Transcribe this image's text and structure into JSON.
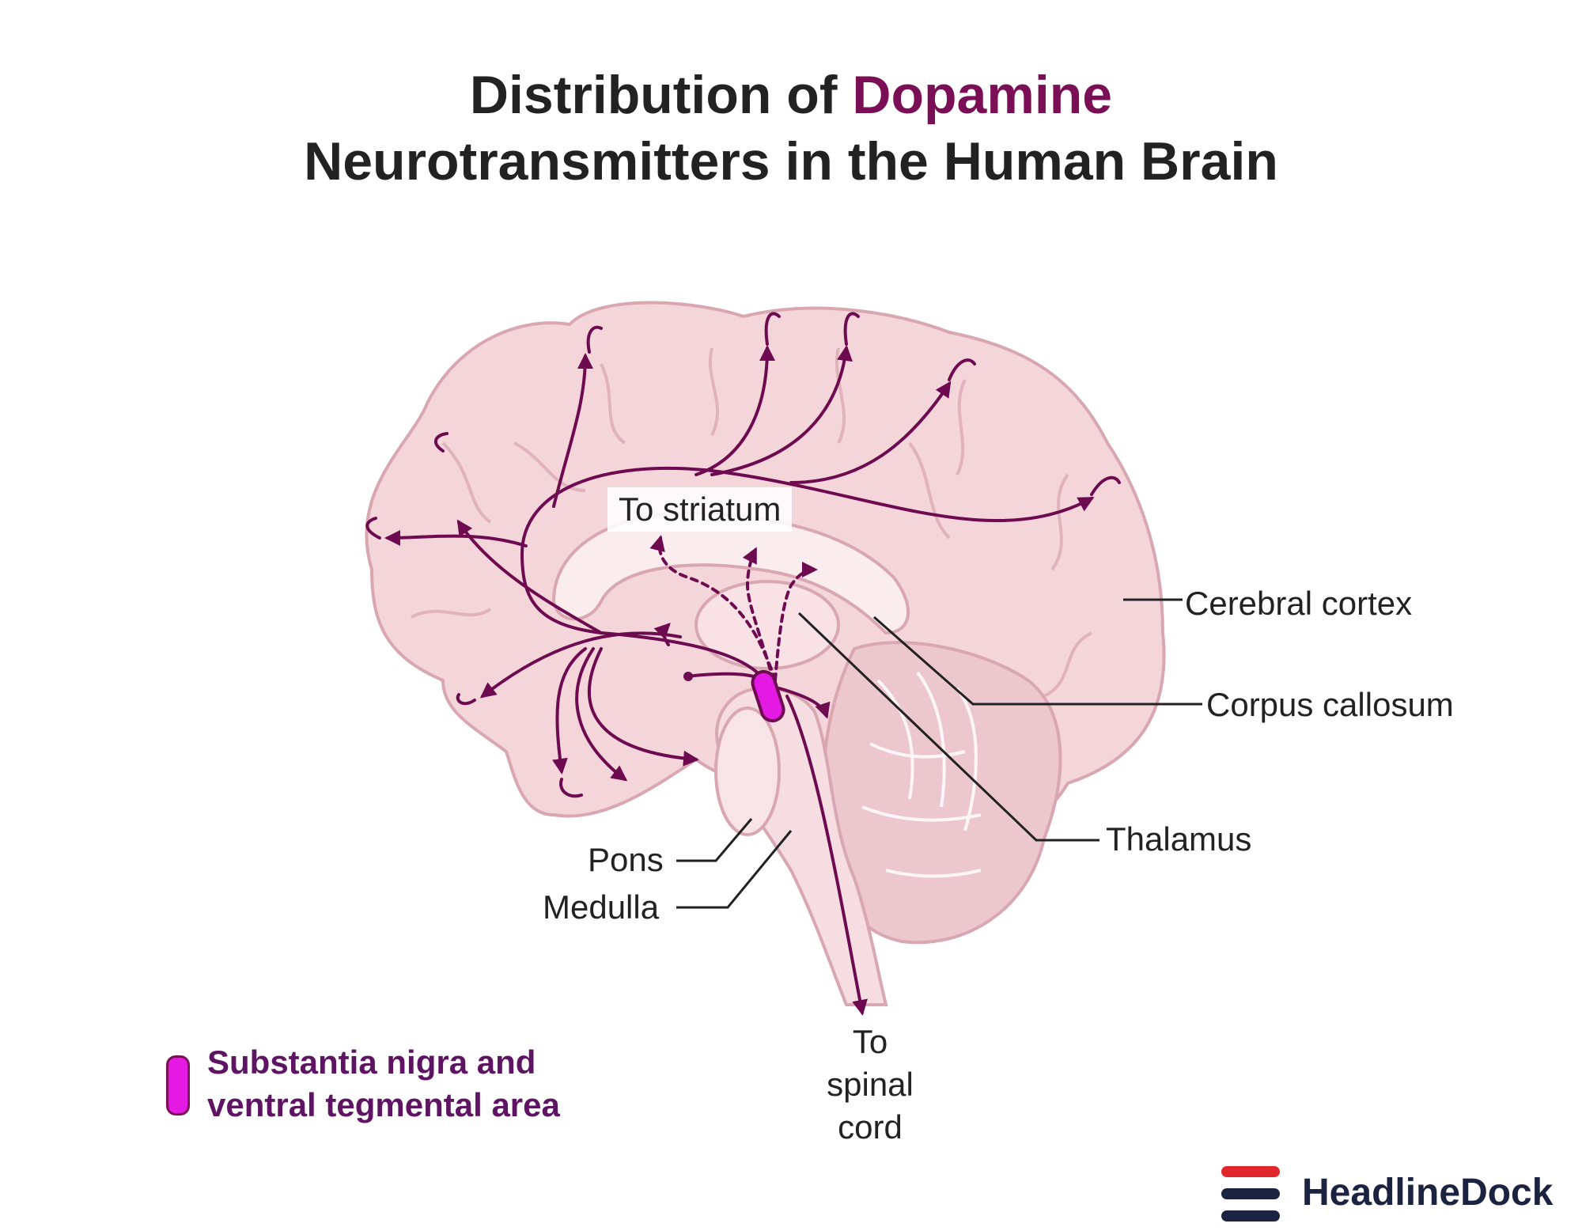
{
  "title": {
    "prefix": "Distribution of ",
    "highlight": "Dopamine",
    "line2": "Neurotransmitters in the Human Brain"
  },
  "labels": {
    "to_striatum": "To striatum",
    "cerebral_cortex": "Cerebral cortex",
    "corpus_callosum": "Corpus callosum",
    "thalamus": "Thalamus",
    "pons": "Pons",
    "medulla": "Medulla",
    "to_spinal_cord": [
      "To",
      "spinal",
      "cord"
    ]
  },
  "legend": {
    "line1": "Substantia nigra and",
    "line2": "ventral tegmental area",
    "swatch_color": "#e419e4"
  },
  "brand": {
    "name_prefix": "H",
    "name_rest": "eadlineDock",
    "accent": "#e0262b",
    "dark": "#1b2340"
  },
  "colors": {
    "brain_fill": "#f3d5da",
    "brain_stroke": "#d9a7b1",
    "pathway": "#6e0b50",
    "nucleus": "#e419e4"
  }
}
